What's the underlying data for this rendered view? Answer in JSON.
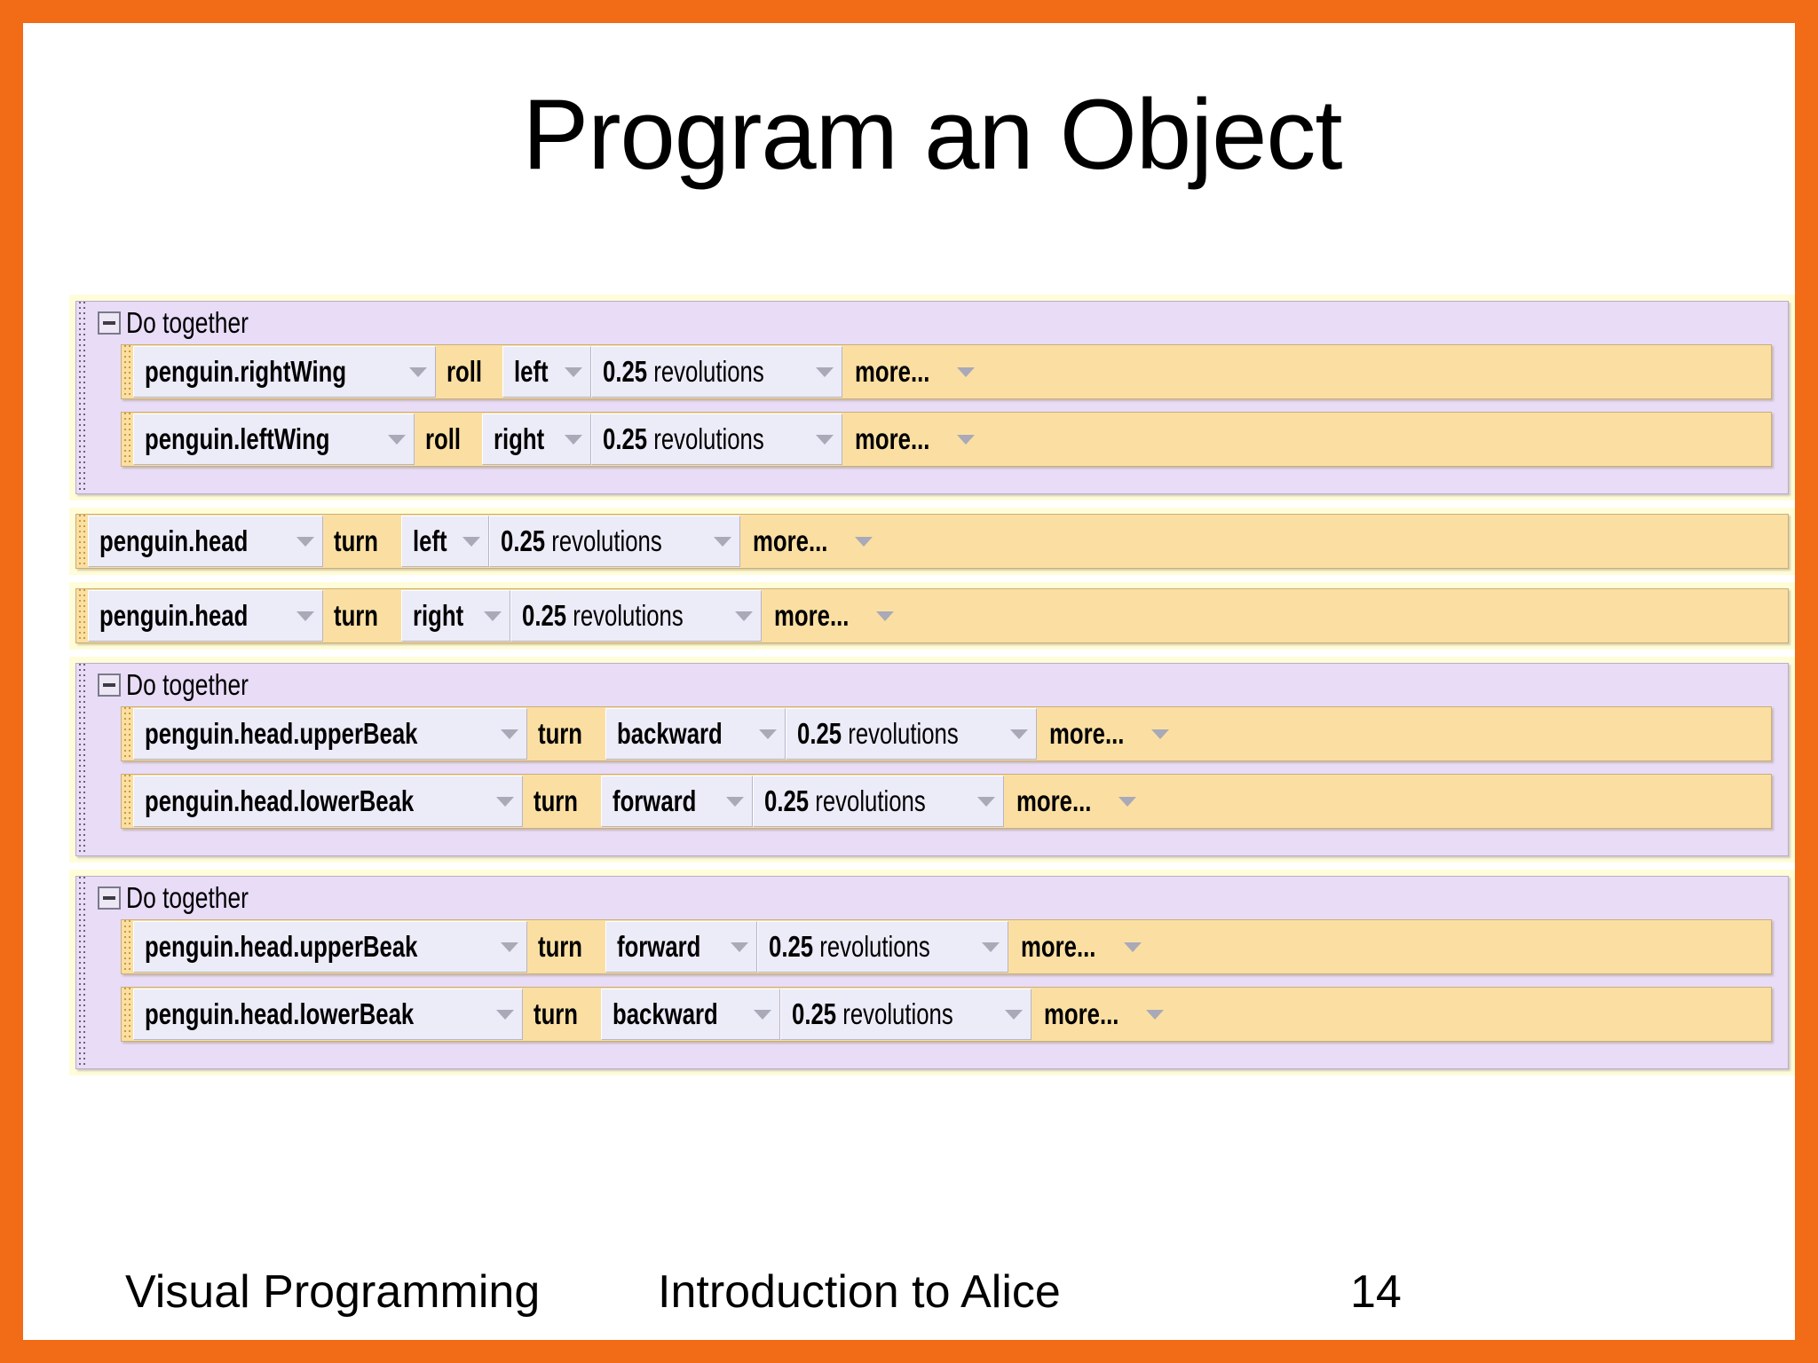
{
  "slide": {
    "title": "Program an Object",
    "accent_color": "#F26B16",
    "block_color": "#E8DCF7",
    "statement_color": "#FBDFA2",
    "param_color": "#ECEBF8",
    "canvas_color": "#FFFDD9"
  },
  "program": [
    {
      "kind": "do-together",
      "label": "Do together",
      "statements": [
        {
          "object": "penguin.rightWing",
          "verb": "roll",
          "direction": "left",
          "amount_value": "0.25",
          "amount_unit": "revolutions",
          "more": "more..."
        },
        {
          "object": "penguin.leftWing",
          "verb": "roll",
          "direction": "right",
          "amount_value": "0.25",
          "amount_unit": "revolutions",
          "more": "more..."
        }
      ]
    },
    {
      "kind": "statement",
      "statement": {
        "object": "penguin.head",
        "verb": "turn",
        "direction": "left",
        "amount_value": "0.25",
        "amount_unit": "revolutions",
        "more": "more..."
      }
    },
    {
      "kind": "statement",
      "statement": {
        "object": "penguin.head",
        "verb": "turn",
        "direction": "right",
        "amount_value": "0.25",
        "amount_unit": "revolutions",
        "more": "more..."
      }
    },
    {
      "kind": "do-together",
      "label": "Do together",
      "statements": [
        {
          "object": "penguin.head.upperBeak",
          "verb": "turn",
          "direction": "backward",
          "amount_value": "0.25",
          "amount_unit": "revolutions",
          "more": "more..."
        },
        {
          "object": "penguin.head.lowerBeak",
          "verb": "turn",
          "direction": "forward",
          "amount_value": "0.25",
          "amount_unit": "revolutions",
          "more": "more..."
        }
      ]
    },
    {
      "kind": "do-together",
      "label": "Do together",
      "statements": [
        {
          "object": "penguin.head.upperBeak",
          "verb": "turn",
          "direction": "forward",
          "amount_value": "0.25",
          "amount_unit": "revolutions",
          "more": "more..."
        },
        {
          "object": "penguin.head.lowerBeak",
          "verb": "turn",
          "direction": "backward",
          "amount_value": "0.25",
          "amount_unit": "revolutions",
          "more": "more..."
        }
      ]
    }
  ],
  "footer": {
    "left": "Visual Programming",
    "middle": "Introduction to Alice",
    "page_number": "14"
  }
}
